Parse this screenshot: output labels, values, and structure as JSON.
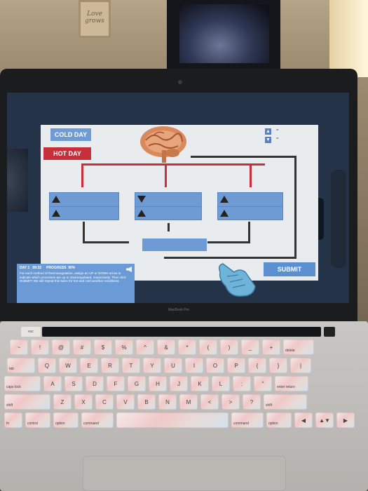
{
  "room": {
    "picture_text": "Love grows"
  },
  "laptop": {
    "brand": "MacBook Pro"
  },
  "app": {
    "buttons": {
      "cold_day": "COLD DAY",
      "hot_day": "HOT DAY",
      "submit": "SUBMIT"
    },
    "eq_symbols": [
      "=",
      "="
    ],
    "boxes": [
      {
        "arrows": [
          "up",
          "up"
        ]
      },
      {
        "arrows": [
          "down",
          "up"
        ]
      },
      {
        "arrows": [
          "up",
          "up"
        ]
      }
    ],
    "panel": {
      "day": "DAY 1",
      "time": "09:32",
      "progress_label": "PROGRESS",
      "progress_value": "90%",
      "instructions": "For each method of thermoregulation, assign an UP or DOWN arrow to indicate which processes are up or downregulated, respectively. Then click SUBMIT! We will repeat this twice for hot and cold weather conditions."
    },
    "colors": {
      "blue": "#6f9bd4",
      "red": "#c6303a",
      "board": "#e9ecee"
    }
  },
  "keyboard": {
    "touchbar_esc": "esc",
    "rows": [
      [
        "~",
        "!",
        "@",
        "#",
        "$",
        "%",
        "^",
        "&",
        "*",
        "(",
        ")",
        "_",
        "+",
        "delete"
      ],
      [
        "tab",
        "Q",
        "W",
        "E",
        "R",
        "T",
        "Y",
        "U",
        "I",
        "O",
        "P",
        "{",
        "}",
        "|"
      ],
      [
        "caps lock",
        "A",
        "S",
        "D",
        "F",
        "G",
        "H",
        "J",
        "K",
        "L",
        ":",
        "\"",
        "enter return"
      ],
      [
        "shift",
        "Z",
        "X",
        "C",
        "V",
        "B",
        "N",
        "M",
        "<",
        ">",
        "?",
        "shift"
      ],
      [
        "fn",
        "control",
        "option",
        "command",
        "",
        "command",
        "option",
        "◀",
        "▲▼",
        "▶"
      ]
    ]
  }
}
